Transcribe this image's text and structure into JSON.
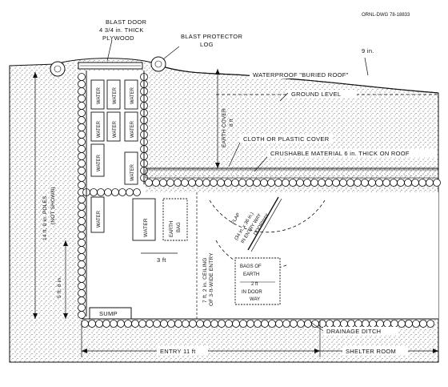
{
  "figure_id": "ORNL-DWG 78-18833",
  "labels": {
    "blast_door_1": "BLAST DOOR",
    "blast_door_2": "4 3/4 in. THICK",
    "blast_door_3": "PLYWOOD",
    "blast_protector_1": "BLAST PROTECTOR",
    "blast_protector_2": "LOG",
    "nine_in": "9 in.",
    "waterproof": "WATERPROOF \"BURIED ROOF\"",
    "ground_level": "GROUND LEVEL",
    "earth_cover_1": "EARTH COVER",
    "earth_cover_2": "8 ft",
    "cloth_cover": "CLOTH OR PLASTIC COVER",
    "crushable": "CRUSHABLE MATERIAL 6 in. THICK ON ROOF",
    "poles_1": "14 ft, 0 in. POLES",
    "poles_2": "(NOT SHOWN)",
    "five_ft": "5 ft, 6 in.",
    "water_small": "WATER",
    "water_big": "WATER",
    "earth_bag_1": "EARTH",
    "earth_bag_2": "BAG",
    "three_ft": "3 ft",
    "ceiling_1": "7 ft, 2 in. CEILING",
    "ceiling_2": "OF 3-ft-WIDE ENTRY",
    "flap_1": "FLAP",
    "flap_2": "(34 in. x 36 in.)",
    "flap_3": "IN ENTRY WAY",
    "flap_4": "DOORWAY",
    "bags_1": "BAGS OF",
    "bags_2": "EARTH",
    "bags_3": "2 ft",
    "bags_4": "IN DOOR",
    "bags_5": "WAY",
    "sump": "SUMP",
    "drainage": "DRAINAGE DITCH",
    "entry": "ENTRY 11 ft",
    "shelter": "SHELTER ROOM"
  },
  "colors": {
    "ink": "#111111",
    "soil_dot": "#3a3a3a",
    "paper": "#ffffff"
  }
}
